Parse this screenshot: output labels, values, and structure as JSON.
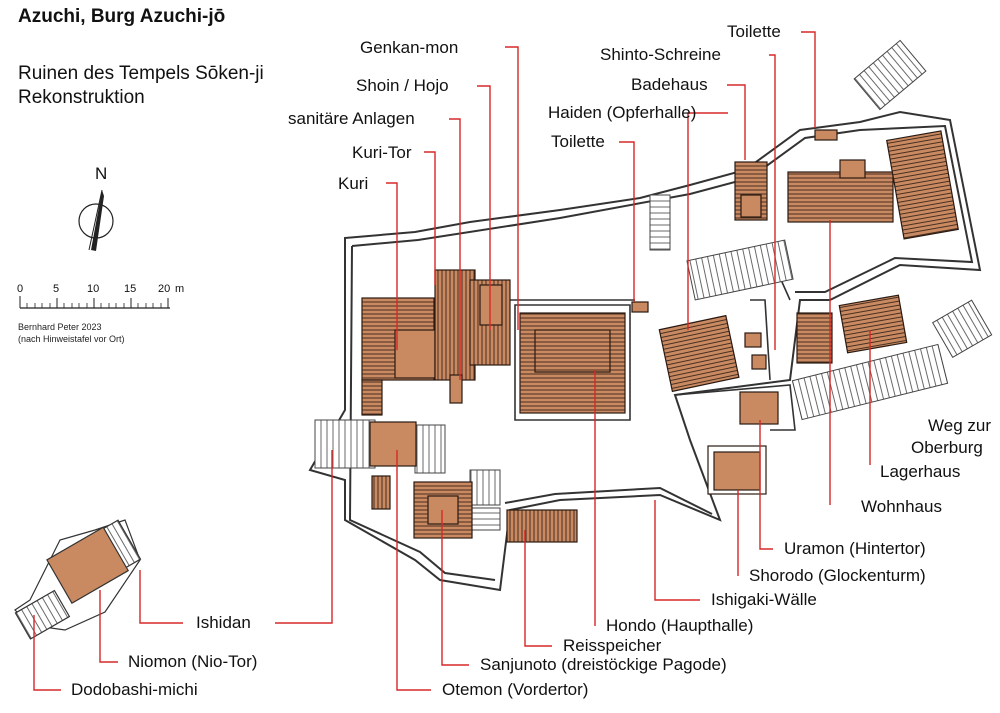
{
  "header": {
    "title": "Azuchi, Burg Azuchi-jō",
    "subtitle_line1": "Ruinen des Tempels Sōken-ji",
    "subtitle_line2": "Rekonstruktion"
  },
  "compass": {
    "north_label": "N"
  },
  "scale": {
    "ticks": [
      "0",
      "5",
      "10",
      "15",
      "20"
    ],
    "unit": "m",
    "credit_line1": "Bernhard Peter 2023",
    "credit_line2": "(nach Hinweistafel vor Ort)"
  },
  "labels": {
    "genkan_mon": "Genkan-mon",
    "shoin_hojo": "Shoin / Hojo",
    "sanitaere_anlagen": "sanitäre Anlagen",
    "kuri_tor": "Kuri-Tor",
    "kuri": "Kuri",
    "toilette_top": "Toilette",
    "shinto_schreine": "Shinto-Schreine",
    "badehaus": "Badehaus",
    "haiden": "Haiden (Opferhalle)",
    "toilette_mid": "Toilette",
    "weg_zur": "Weg zur",
    "oberburg": "Oberburg",
    "lagerhaus": "Lagerhaus",
    "wohnhaus": "Wohnhaus",
    "uramon": "Uramon (Hintertor)",
    "shorodo": "Shorodo (Glockenturm)",
    "ishigaki": "Ishigaki-Wälle",
    "hondo": "Hondo (Haupthalle)",
    "reisspeicher": "Reisspeicher",
    "sanjunoto": "Sanjunoto (dreistöckige Pagode)",
    "otemon": "Otemon (Vordertor)",
    "ishidan": "Ishidan",
    "niomon": "Niomon (Nio-Tor)",
    "dodobashi": "Dodobashi-michi"
  },
  "colors": {
    "roof": "#c98a62",
    "roof_dark": "#b07048",
    "leader": "#d62828",
    "wall": "#333333"
  }
}
